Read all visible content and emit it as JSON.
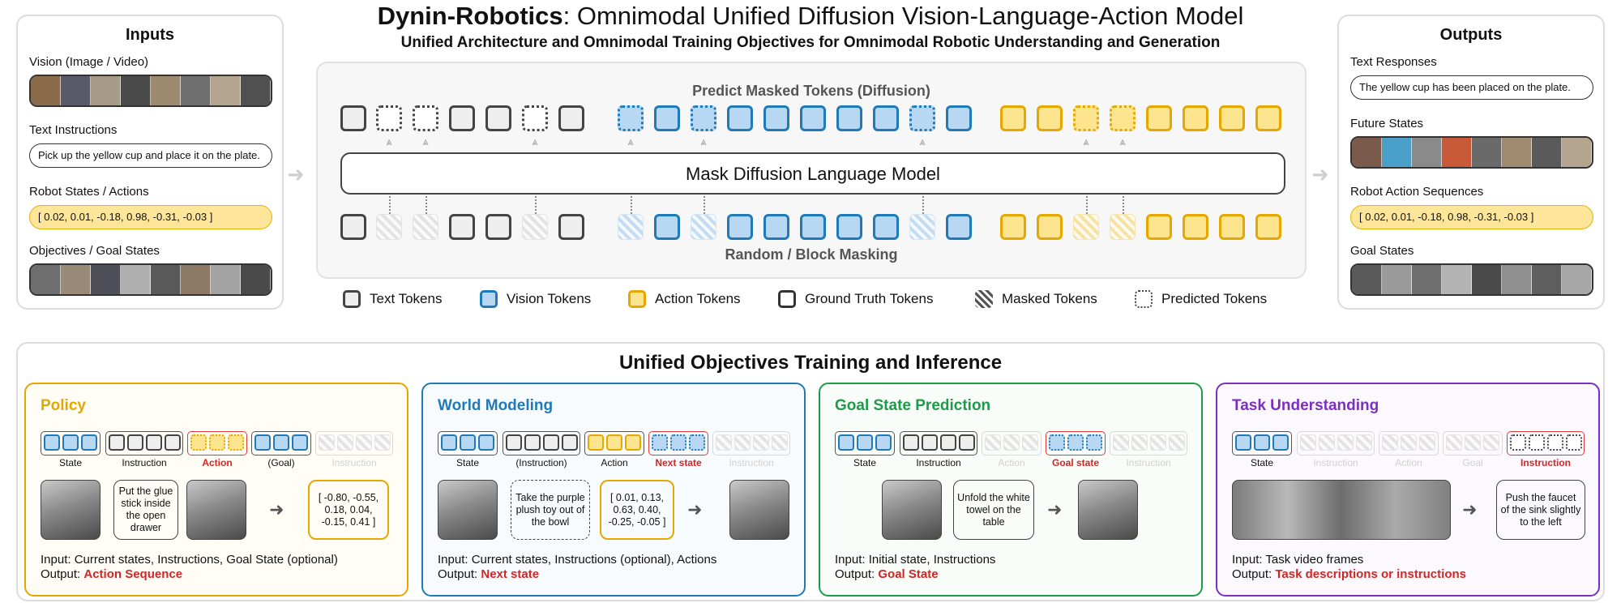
{
  "header": {
    "title_bold": "Dynin-Robotics",
    "title_rest": ": Omnimodal Unified Diffusion Vision-Language-Action Model",
    "subtitle": "Unified Architecture and Omnimodal Training Objectives for Omnimodal Robotic Understanding and Generation"
  },
  "inputs": {
    "title": "Inputs",
    "vision_label": "Vision (Image / Video)",
    "text_label": "Text Instructions",
    "text_value": "Pick up the yellow cup and place it on the plate.",
    "robot_label": "Robot States / Actions",
    "robot_value": "[ 0.02, 0.01, -0.18, 0.98, -0.31, -0.03 ]",
    "goal_label": "Objectives / Goal States"
  },
  "outputs": {
    "title": "Outputs",
    "text_label": "Text Responses",
    "text_value": "The yellow cup has been placed on the plate.",
    "future_label": "Future States",
    "action_label": "Robot Action Sequences",
    "action_value": "[ 0.02, 0.01, -0.18, 0.98, -0.31, -0.03 ]",
    "goal_label": "Goal States"
  },
  "center": {
    "top_label": "Predict Masked Tokens (Diffusion)",
    "model_label": "Mask Diffusion Language Model",
    "bottom_label": "Random / Block Masking"
  },
  "legend": {
    "text": "Text Tokens",
    "vision": "Vision Tokens",
    "action": "Action Tokens",
    "gt": "Ground Truth Tokens",
    "masked": "Masked Tokens",
    "predicted": "Predicted Tokens"
  },
  "objectives": {
    "title": "Unified Objectives Training and Inference",
    "policy": {
      "title": "Policy",
      "labels": [
        "State",
        "Instruction",
        "Action",
        "(Goal)",
        "Instruction"
      ],
      "bubble": "Put the glue stick inside the open drawer",
      "result": "[ -0.80, -0.55, 0.18, 0.04, -0.15, 0.41 ]",
      "input": "Input: Current states, Instructions, Goal State (optional)",
      "output_prefix": "Output: ",
      "output": "Action Sequence"
    },
    "world": {
      "title": "World Modeling",
      "labels": [
        "State",
        "(Instruction)",
        "Action",
        "Next state",
        "Instruction"
      ],
      "bubble": "Take the purple plush toy out of the bowl",
      "vector": "[ 0.01, 0.13, 0.63, 0.40, -0.25, -0.05 ]",
      "input": "Input: Current states, Instructions (optional), Actions",
      "output_prefix": "Output: ",
      "output": "Next state"
    },
    "goal": {
      "title": "Goal State Prediction",
      "labels": [
        "State",
        "Instruction",
        "Action",
        "Goal state",
        "Instruction"
      ],
      "bubble": "Unfold the white towel on the table",
      "input": "Input: Initial state, Instructions",
      "output_prefix": "Output: ",
      "output": "Goal State"
    },
    "task": {
      "title": "Task Understanding",
      "labels": [
        "State",
        "Instruction",
        "Action",
        "Goal",
        "Instruction"
      ],
      "bubble": "Push the faucet of the sink slightly to the left",
      "input": "Input: Task video frames",
      "output_prefix": "Output: ",
      "output": "Task descriptions or instructions"
    }
  },
  "colors": {
    "policy": "#e6a600",
    "world": "#1f7ab7",
    "goal": "#1e9a4a",
    "task": "#7b2fbf",
    "highlight": "#d42525"
  }
}
